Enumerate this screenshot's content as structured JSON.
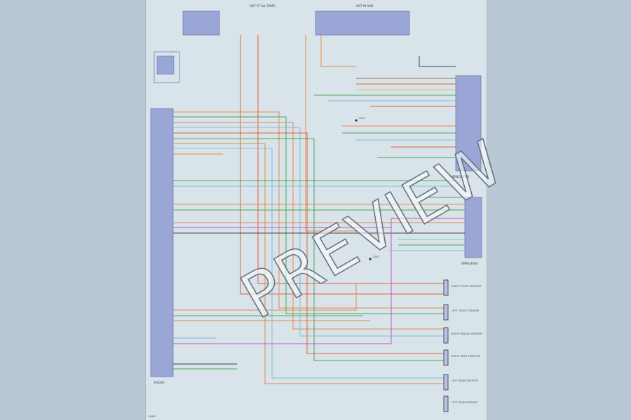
{
  "watermark": {
    "text": "PREVIEW"
  },
  "colors": {
    "background": "#b9c8d4",
    "sheet": "#d8e3ea",
    "module_fill": "#9aa6d6",
    "module_stroke": "#6f7bb3",
    "wire_red": "#e0623a",
    "wire_orange": "#e8894a",
    "wire_green": "#4aa85a",
    "wire_lightblue": "#7cc2d6",
    "wire_violet": "#c654c8",
    "wire_yellow": "#d6c24a",
    "wire_brown": "#a07050",
    "wire_black": "#444444"
  },
  "modules": {
    "left_module_tag": "RADIO",
    "right_module_tag": "SUBWOOFER",
    "amp_tag": "AMPLIFIER",
    "fuse_a": "HOT AT ALL TIMES",
    "fuse_b": "HOT IN RUN"
  },
  "speakers": [
    {
      "label": "RIGHT FRONT SPEAKER"
    },
    {
      "label": "LEFT FRONT SPEAKER"
    },
    {
      "label": "RIGHT MIDDLE SPEAKER"
    },
    {
      "label": "RIGHT REAR TWEETER"
    },
    {
      "label": "LEFT REAR TWEETER"
    },
    {
      "label": "LEFT REAR SPEAKER"
    }
  ],
  "splices": [
    {
      "label": "S301"
    },
    {
      "label": "S302"
    }
  ],
  "footer": {
    "code": "96J82"
  }
}
